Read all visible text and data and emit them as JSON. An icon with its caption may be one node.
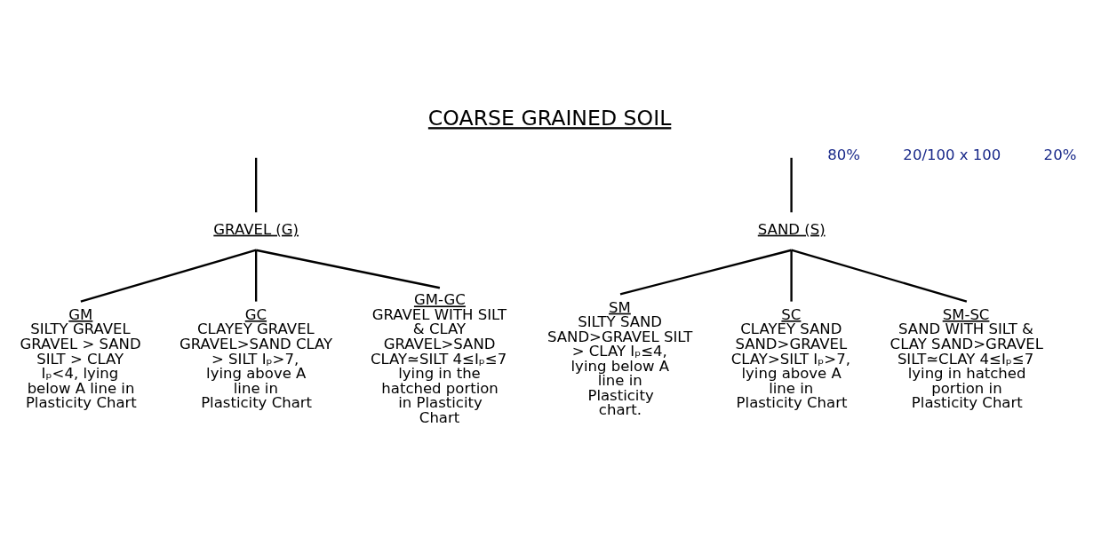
{
  "diagram": {
    "title": "COARSE GRAINED SOIL",
    "nodes": [
      {
        "text": [
          "GRAVEL (G)"
        ]
      },
      {
        "text": [
          "SAND (S)"
        ]
      },
      {
        "text": [
          "GM",
          "SILTY GRAVEL",
          "GRAVEL > SAND SILT > CLAY Iₚ<4, lying below A line in Plasticity Chart"
        ]
      },
      {
        "text": [
          "GC",
          "CLAYEY GRAVEL",
          "GRAVEL>SAND CLAY > SILT Iₚ>7, lying above A line in Plasticity Chart"
        ]
      },
      {
        "text": [
          "GM-GC",
          "GRAVEL WITH SILT & CLAY GRAVEL>SAND CLAY≃SILT 4≤Iₚ≤7 lying in the hatched portion in Plasticity Chart"
        ]
      },
      {
        "text": [
          "SM",
          "SILTY SAND SAND>GRAVEL SILT > CLAY Iₚ≤4, lying below A line in Plasticity chart."
        ]
      },
      {
        "text": [
          "SC",
          "CLAYEY SAND SAND>GRAVEL CLAY>SILT Iₚ>7, lying above A line in Plasticity Chart"
        ]
      },
      {
        "text": [
          "SM-SC",
          "SAND WITH SILT & CLAY SAND>GRAVEL SILT≃CLAY 4≤Iₚ≤7 lying in hatched portion in Plasticity Chart"
        ]
      }
    ],
    "edges": [
      {
        "from": null,
        "to": 0,
        "arrow": "none"
      },
      {
        "from": null,
        "to": 1,
        "arrow": "none"
      },
      {
        "from": 0,
        "to": 2,
        "arrow": "none"
      },
      {
        "from": 0,
        "to": 3,
        "arrow": "none"
      },
      {
        "from": 0,
        "to": 4,
        "arrow": "none"
      },
      {
        "from": 1,
        "to": 5,
        "arrow": "none"
      },
      {
        "from": 1,
        "to": 6,
        "arrow": "none"
      },
      {
        "from": 1,
        "to": 7,
        "arrow": "none"
      }
    ],
    "labels": [
      "80%",
      "20/100 x 100",
      "20%"
    ]
  }
}
